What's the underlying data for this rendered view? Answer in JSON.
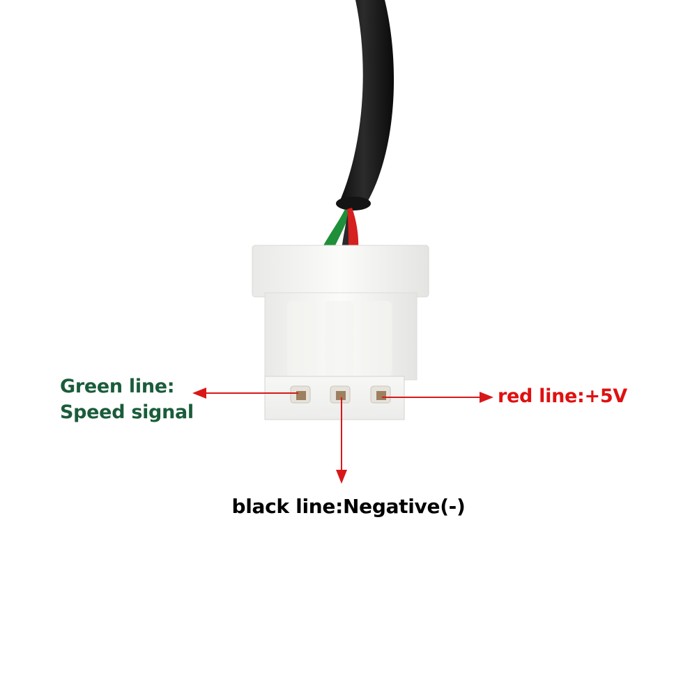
{
  "colors": {
    "green_label": "#1a5c3a",
    "red_label": "#e01010",
    "black_label": "#000000",
    "arrow": "#d81818",
    "cable": "#1c1c1c",
    "connector": "#f4f4f2",
    "wire_green": "#1f8f3a",
    "wire_red": "#d61f1f"
  },
  "labels": {
    "green_line": {
      "line1": "Green line:",
      "line2": "Speed signal"
    },
    "red_line": "red line:+5V",
    "black_line": "black line:Negative(-)"
  }
}
